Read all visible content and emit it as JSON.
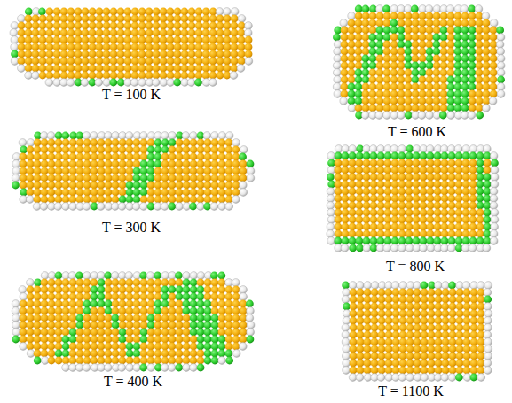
{
  "diagram": {
    "labels": [
      "T = 100 K",
      "T = 600 K",
      "T = 300 K",
      "T = 800 K",
      "T = 400 K",
      "T = 1100 K"
    ]
  }
}
